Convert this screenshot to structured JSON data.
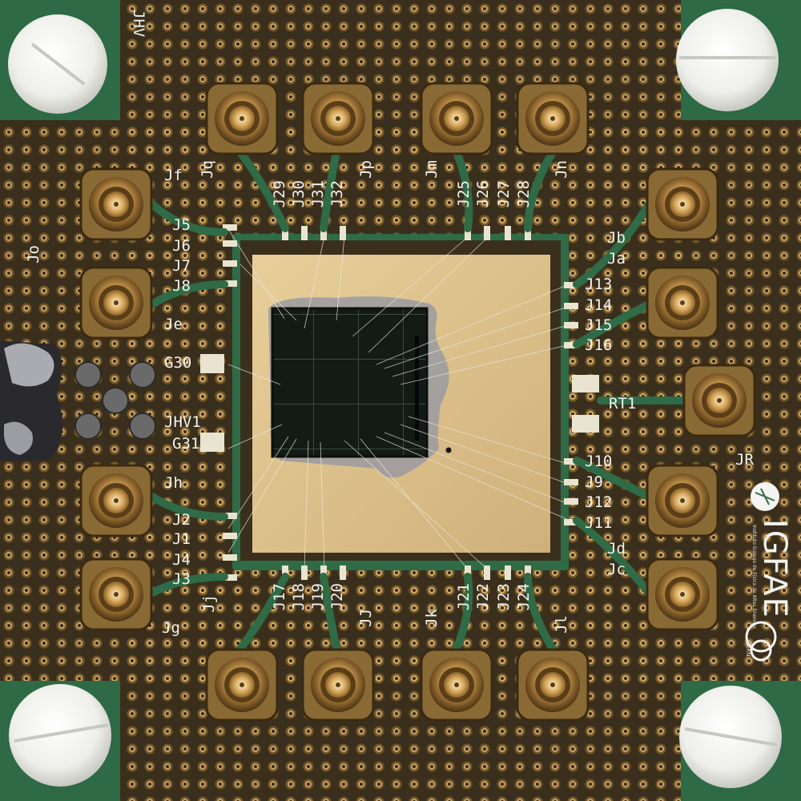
{
  "labels": {
    "jhv": "JHV",
    "j5": "J5",
    "j6": "J6",
    "j7": "J7",
    "j8": "J8",
    "je": "Je",
    "g30": "G30",
    "jhv1": "JHV1",
    "g31": "G31",
    "jh": "Jh",
    "j2": "J2",
    "j1": "J1",
    "j4": "J4",
    "j3": "J3",
    "jg": "Jg",
    "jf": "Jf",
    "jq": "Jq",
    "j29": "J29",
    "j30": "J30",
    "j31": "J31",
    "j32": "J32",
    "jp": "Jp",
    "jm": "Jm",
    "j25": "J25",
    "j26": "J26",
    "j27": "J27",
    "j28": "J28",
    "jn": "Jn",
    "jb": "Jb",
    "ja": "Ja",
    "j13": "J13",
    "j14": "J14",
    "j15": "J15",
    "j16": "J16",
    "rt1": "RT1",
    "jr": "JR",
    "j10": "J10",
    "j9": "J9",
    "j12": "J12",
    "j11": "J11",
    "jd": "Jd",
    "jc": "Jc",
    "j17": "J17",
    "j18": "J18",
    "j19": "J19",
    "j20": "J20",
    "jj": "Jj",
    "jk": "Jk",
    "j21": "J21",
    "j22": "J22",
    "j23": "J23",
    "j24": "J24",
    "jl": "Jl",
    "jo": "Jo",
    "jj2": "JJ"
  },
  "logos": {
    "igfae": "IGFAE",
    "cern": "CERN",
    "igfae_sub": "Instituto Galego de Física de Altas Enerxías"
  }
}
